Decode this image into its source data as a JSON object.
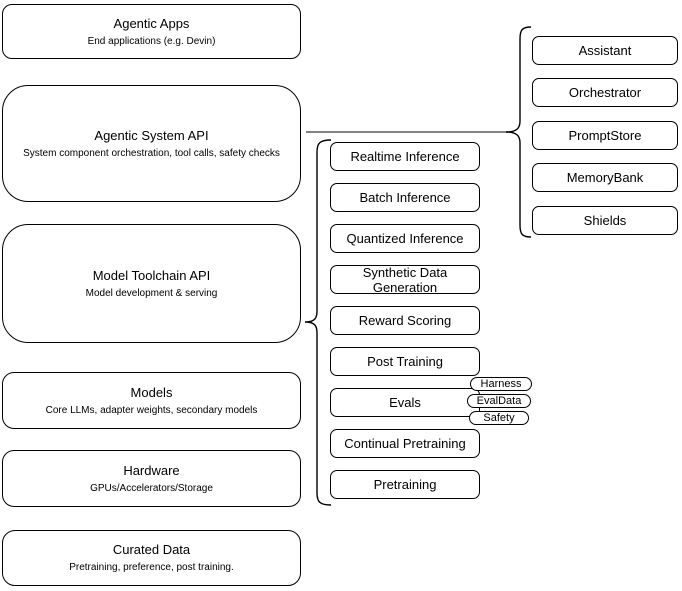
{
  "diagram": {
    "left_stack": [
      {
        "title": "Agentic Apps",
        "subtitle": "End applications (e.g. Devin)"
      },
      {
        "title": "Agentic System API",
        "subtitle": "System component orchestration, tool calls, safety checks"
      },
      {
        "title": "Model Toolchain API",
        "subtitle": "Model development & serving"
      },
      {
        "title": "Models",
        "subtitle": "Core LLMs, adapter weights, secondary models"
      },
      {
        "title": "Hardware",
        "subtitle": "GPUs/Accelerators/Storage"
      },
      {
        "title": "Curated Data",
        "subtitle": "Pretraining, preference, post training."
      }
    ],
    "toolchain_components": [
      "Realtime Inference",
      "Batch Inference",
      "Quantized Inference",
      "Synthetic Data Generation",
      "Reward Scoring",
      "Post Training",
      "Evals",
      "Continual Pretraining",
      "Pretraining"
    ],
    "eval_tags": [
      "Harness",
      "EvalData",
      "Safety"
    ],
    "system_components": [
      "Assistant",
      "Orchestrator",
      "PromptStore",
      "MemoryBank",
      "Shields"
    ],
    "colors": {
      "shape_stroke": "#000000",
      "shape_fill": "#ffffff",
      "connector": "#595959",
      "text": "#000000",
      "background": "#ffffff"
    }
  }
}
